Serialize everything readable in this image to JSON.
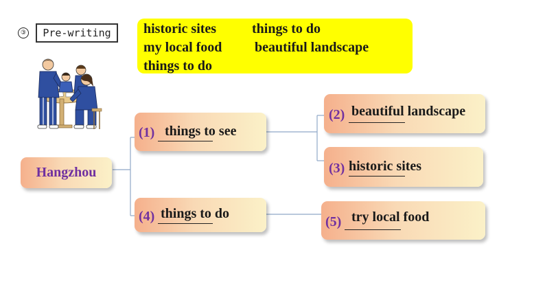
{
  "header": {
    "step_number": "③",
    "title": "Pre-writing"
  },
  "word_bank": {
    "rows": [
      [
        "historic sites",
        "things to do"
      ],
      [
        "my local food",
        "beautiful landscape"
      ],
      [
        "things to do"
      ]
    ]
  },
  "mindmap": {
    "root": "Hangzhou",
    "nodes": [
      {
        "num": "(1)",
        "text": "things to see"
      },
      {
        "num": "(2)",
        "text": "beautiful landscape"
      },
      {
        "num": "(3)",
        "text": "historic sites"
      },
      {
        "num": "(4)",
        "text": "things to do"
      },
      {
        "num": "(5)",
        "text": "try local food"
      }
    ]
  },
  "colors": {
    "word_bank_bg": "#ffff00",
    "number_color": "#7030a0",
    "connector_color": "#8fa8c8",
    "box_gradient_start": "#f5b08c",
    "box_gradient_end": "#fbf1c8"
  }
}
